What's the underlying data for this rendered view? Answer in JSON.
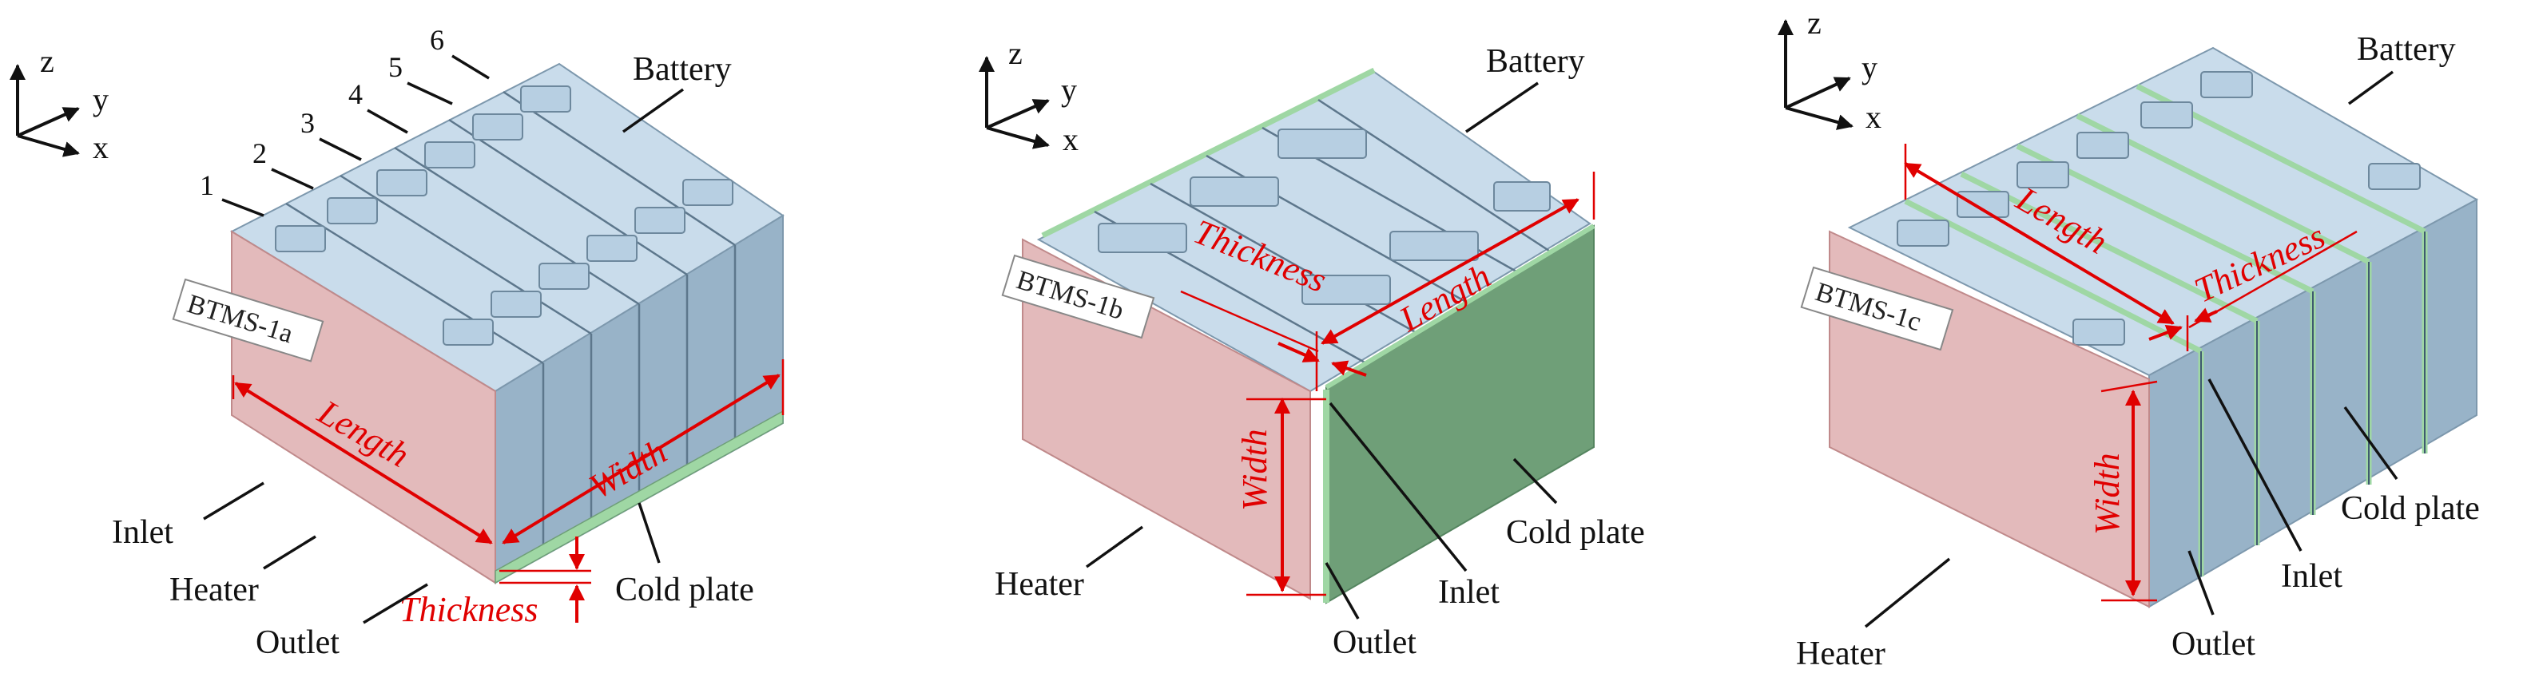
{
  "axes": {
    "z": "z",
    "y": "y",
    "x": "x"
  },
  "colors": {
    "battery_top": "#c9dceb",
    "battery_front": "#aec8dc",
    "battery_side": "#98b3c8",
    "heater": "#d9a3a4",
    "cold_plate": "#6f9f78",
    "cold_plate_edge": "#9fd7a4",
    "dimension": "#e00000"
  },
  "panels": [
    {
      "tag": "BTMS-1a",
      "battery": "Battery",
      "cell_numbers": [
        "1",
        "2",
        "3",
        "4",
        "5",
        "6"
      ],
      "length": "Length",
      "width": "Width",
      "thickness": "Thickness",
      "inlet": "Inlet",
      "heater": "Heater",
      "outlet": "Outlet",
      "cold_plate": "Cold plate"
    },
    {
      "tag": "BTMS-1b",
      "battery": "Battery",
      "thickness": "Thickness",
      "length": "Length",
      "width": "Width",
      "heater": "Heater",
      "inlet": "Inlet",
      "outlet": "Outlet",
      "cold_plate": "Cold plate"
    },
    {
      "tag": "BTMS-1c",
      "battery": "Battery",
      "length": "Length",
      "thickness": "Thickness",
      "width": "Width",
      "heater": "Heater",
      "outlet": "Outlet",
      "inlet": "Inlet",
      "cold_plate": "Cold plate"
    }
  ]
}
